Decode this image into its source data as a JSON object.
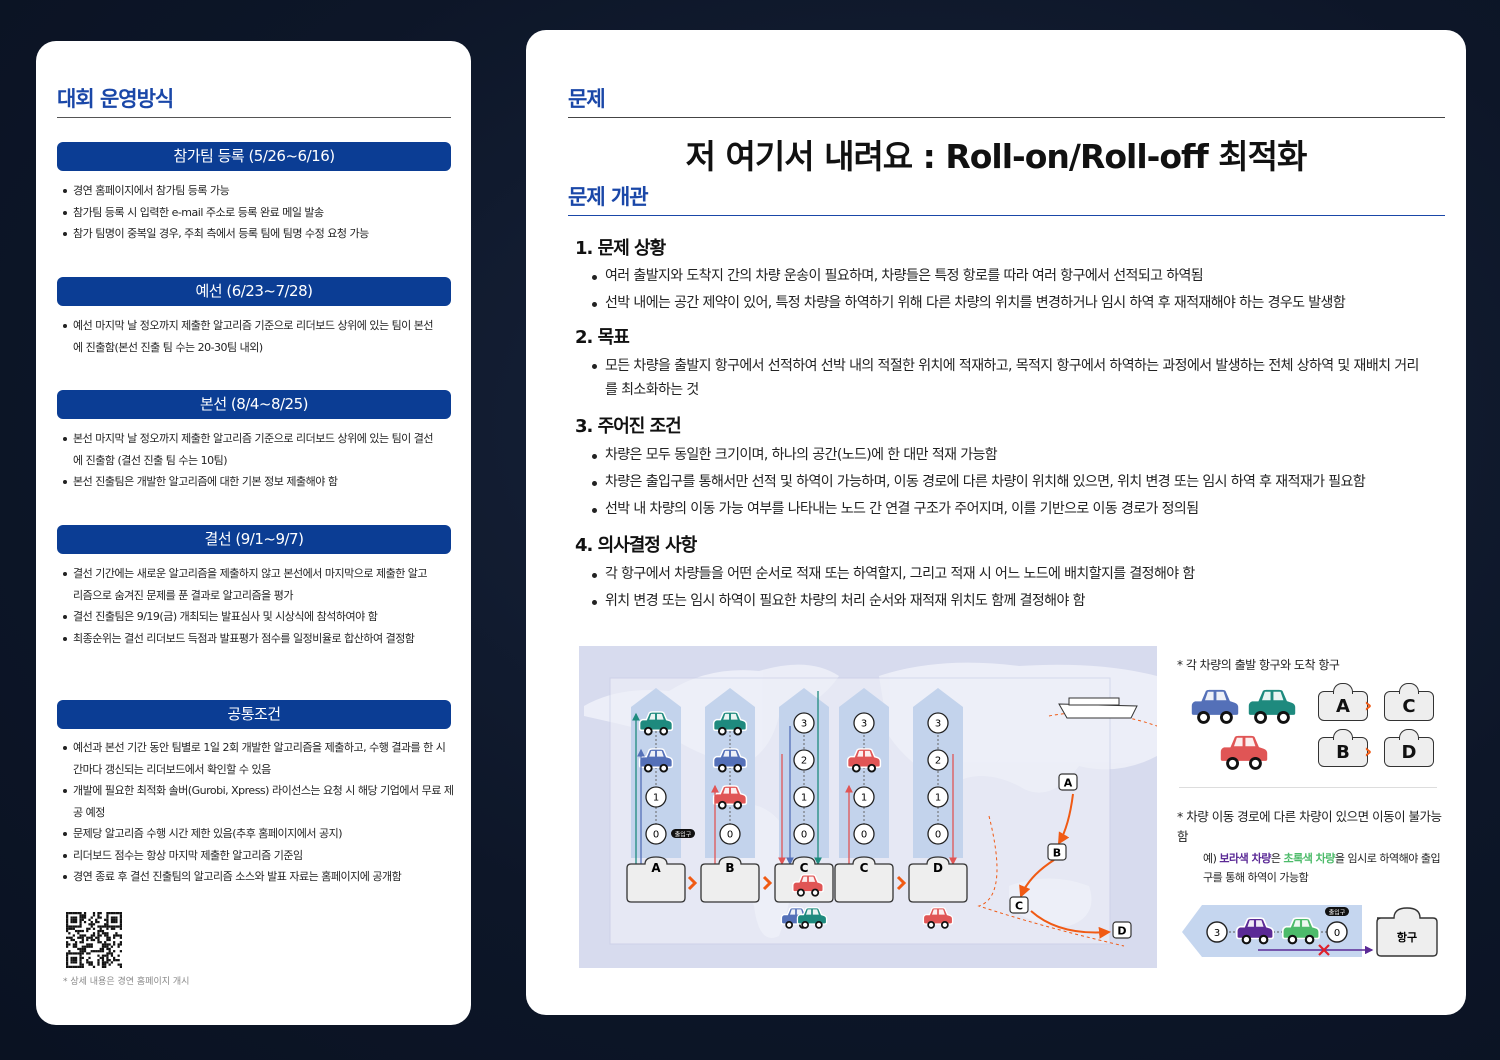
{
  "left": {
    "title": "대회 운영방식",
    "sections": [
      {
        "header": "참가팀 등록 (5/26~6/16)",
        "items": [
          "경연 홈페이지에서 참가팀 등록 가능",
          "참가팀 등록 시 입력한 e-mail 주소로 등록 완료 메일 발송",
          "참가 팀명이 중복일 경우, 주최 측에서 등록 팀에 팀명 수정 요청 가능"
        ]
      },
      {
        "header": "예선 (6/23~7/28)",
        "items": [
          "예선 마지막 날 정오까지 제출한 알고리즘 기준으로 리더보드 상위에 있는 팀이 본선에 진출함(본선 진출 팀 수는 20-30팀 내외)"
        ]
      },
      {
        "header": "본선 (8/4~8/25)",
        "items": [
          "본선 마지막 날 정오까지 제출한 알고리즘 기준으로 리더보드 상위에 있는 팀이 결선에 진출함 (결선 진출 팀 수는 10팀)",
          "본선 진출팀은 개발한 알고리즘에 대한 기본 정보 제출해야 함"
        ]
      },
      {
        "header": "결선 (9/1~9/7)",
        "items": [
          "결선 기간에는 새로운  알고리즘을 제출하지 않고 본선에서 마지막으로 제출한 알고리즘으로 숨겨진 문제를 푼 결과로 알고리즘을 평가",
          "결선 진출팀은 9/19(금) 개최되는 발표심사 및 시상식에 참석하여야 함",
          "최종순위는 결선 리더보드 득점과 발표평가 점수를 일정비율로 합산하여 결정함"
        ]
      },
      {
        "header": "공통조건",
        "items": [
          "예선과 본선 기간 동안 팀별로 1일 2회 개발한 알고리즘을 제출하고, 수행 결과를 한 시간마다 갱신되는 리더보드에서 확인할 수 있음",
          "개발에 필요한 최적화 솔버(Gurobi, Xpress) 라이선스는 요청 시 해당 기업에서 무료 제공 예정",
          "문제당 알고리즘 수행 시간 제한 있음(추후 홈페이지에서 공지)",
          "리더보드 점수는 항상 마지막 제출한 알고리즘 기준임",
          "경연 종료 후 결선 진출팀의 알고리즘 소스와 발표 자료는 홈페이지에 공개함"
        ]
      }
    ],
    "qr_note": "* 상세 내용은 경연 홈페이지 개시"
  },
  "right": {
    "section": "문제",
    "title": "저 여기서 내려요 : Roll-on/Roll-off 최적화",
    "overview": "문제 개관",
    "blocks": [
      {
        "heading": "1. 문제 상황",
        "items": [
          "여러 출발지와 도착지 간의 차량 운송이 필요하며, 차량들은 특정 항로를 따라 여러 항구에서 선적되고 하역됨",
          "선박 내에는 공간 제약이 있어, 특정 차량을 하역하기 위해 다른 차량의 위치를 변경하거나 임시 하역 후 재적재해야 하는 경우도 발생함"
        ]
      },
      {
        "heading": "2. 목표",
        "items": [
          "모든 차량을 출발지 항구에서 선적하여 선박 내의 적절한 위치에 적재하고, 목적지 항구에서 하역하는 과정에서 발생하는 전체 상하역 및 재배치 거리를 최소화하는 것"
        ]
      },
      {
        "heading": "3. 주어진 조건",
        "items": [
          "차량은 모두 동일한 크기이며, 하나의 공간(노드)에 한 대만 적재 가능함",
          "차량은 출입구를 통해서만 선적 및 하역이 가능하며, 이동 경로에 다른 차량이 위치해 있으면, 위치 변경 또는 임시 하역 후 재적재가 필요함",
          "선박 내 차량의 이동 가능 여부를 나타내는 노드 간 연결 구조가 주어지며, 이를 기반으로 이동 경로가 정의됨"
        ]
      },
      {
        "heading": "4. 의사결정 사항",
        "items": [
          "각 항구에서 차량들을 어떤 순서로 적재 또는 하역할지, 그리고 적재 시 어느 노드에 배치할지를 결정해야 함",
          "위치 변경 또는 임시 하역이 필요한 차량의 처리 순서와 재적재 위치도 함께 결정해야 함"
        ]
      }
    ],
    "diagram": {
      "ports": [
        "A",
        "B",
        "C",
        "C",
        "D"
      ],
      "nodes": [
        "3",
        "2",
        "1",
        "0"
      ],
      "entrance": "출입구",
      "route_ports": [
        "A",
        "B",
        "C",
        "D"
      ]
    },
    "legend": {
      "note1": "* 각 차량의 출발 항구와 도착 항구",
      "routes": [
        {
          "from": "A",
          "to": "C"
        },
        {
          "from": "B",
          "to": "D"
        }
      ],
      "note2": "* 차량 이동 경로에 다른 차량이 있으면 이동이 불가능함",
      "example_prefix": "예) ",
      "purple": "보라색 차량",
      "mid1": "은 ",
      "green": "초록색 차량",
      "mid2": "을 임시로 하역해야 출입구를 통해 하역이 가능함",
      "node3": "3",
      "node0": "0",
      "port": "항구"
    },
    "colors": {
      "blue": "#5470b8",
      "teal": "#1e8a7e",
      "red": "#e05555",
      "purple": "#5b2a96",
      "green": "#4dbb6a",
      "orange": "#f05a14"
    }
  }
}
